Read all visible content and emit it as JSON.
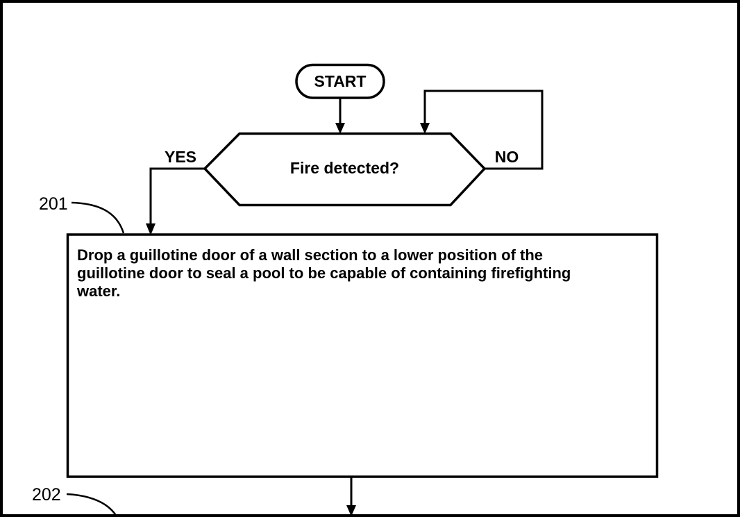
{
  "figure": {
    "nodes": {
      "start": {
        "label": "START"
      },
      "decision": {
        "label": "Fire detected?"
      },
      "step_201": {
        "ref": "201",
        "text": "Drop a guillotine door of a wall section to a lower position of the guillotine door to seal a pool to be capable of containing firefighting water."
      },
      "step_202": {
        "ref": "202"
      }
    },
    "edge_labels": {
      "yes": "YES",
      "no": "NO"
    },
    "colors": {
      "ink": "#000000",
      "paper": "#ffffff"
    }
  }
}
